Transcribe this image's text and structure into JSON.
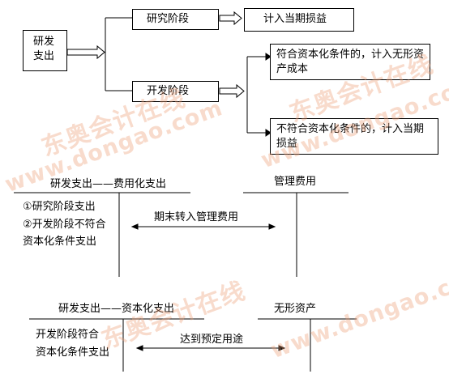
{
  "flow": {
    "root": "研发\n支出",
    "research": "研究阶段",
    "research_result": "计入当期损益",
    "development": "开发阶段",
    "capitalize_yes": "符合资本化条件的，计入无形资产成本",
    "capitalize_no": "不符合资本化条件的，计入当期损益"
  },
  "t1": {
    "left_title": "研发支出——费用化支出",
    "left_line1": "①研究阶段支出",
    "left_line2": "②开发阶段不符合",
    "left_line3": "资本化条件支出",
    "right_title": "管理费用",
    "arrow_label": "期末转入管理费用"
  },
  "t2": {
    "left_title": "研发支出——资本化支出",
    "left_line1": "开发阶段符合",
    "left_line2": "资本化条件支出",
    "right_title": "无形资产",
    "arrow_label": "达到预定用途"
  },
  "watermark": {
    "text_cn": "东奥会计在线",
    "text_url": "www.dongao.com"
  }
}
